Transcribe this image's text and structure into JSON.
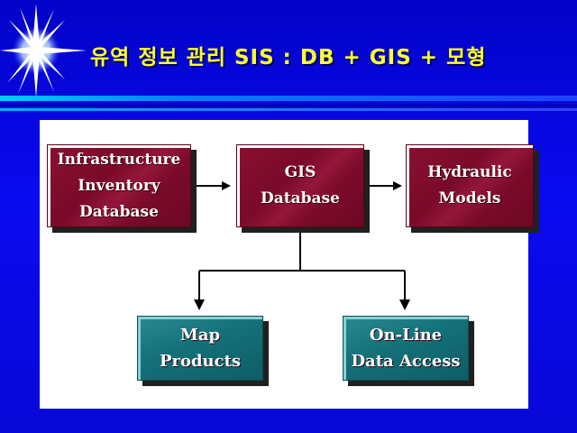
{
  "slide": {
    "title": "유역 정보 관리 SIS : DB + GIS + 모형"
  },
  "diagram": {
    "nodes": {
      "infra": "Infrastructure\nInventory\nDatabase",
      "gis": "GIS\nDatabase",
      "hydro": "Hydraulic\nModels",
      "map": "Map\nProducts",
      "online": "On-Line\nData Access"
    }
  },
  "colors": {
    "background": "#0a0ae6",
    "title": "#ffff33",
    "panel": "#ffffff",
    "box_red": "#7a0a2a",
    "box_teal": "#147078",
    "connector": "#000000"
  },
  "icons": {
    "starburst": "starburst-icon"
  }
}
